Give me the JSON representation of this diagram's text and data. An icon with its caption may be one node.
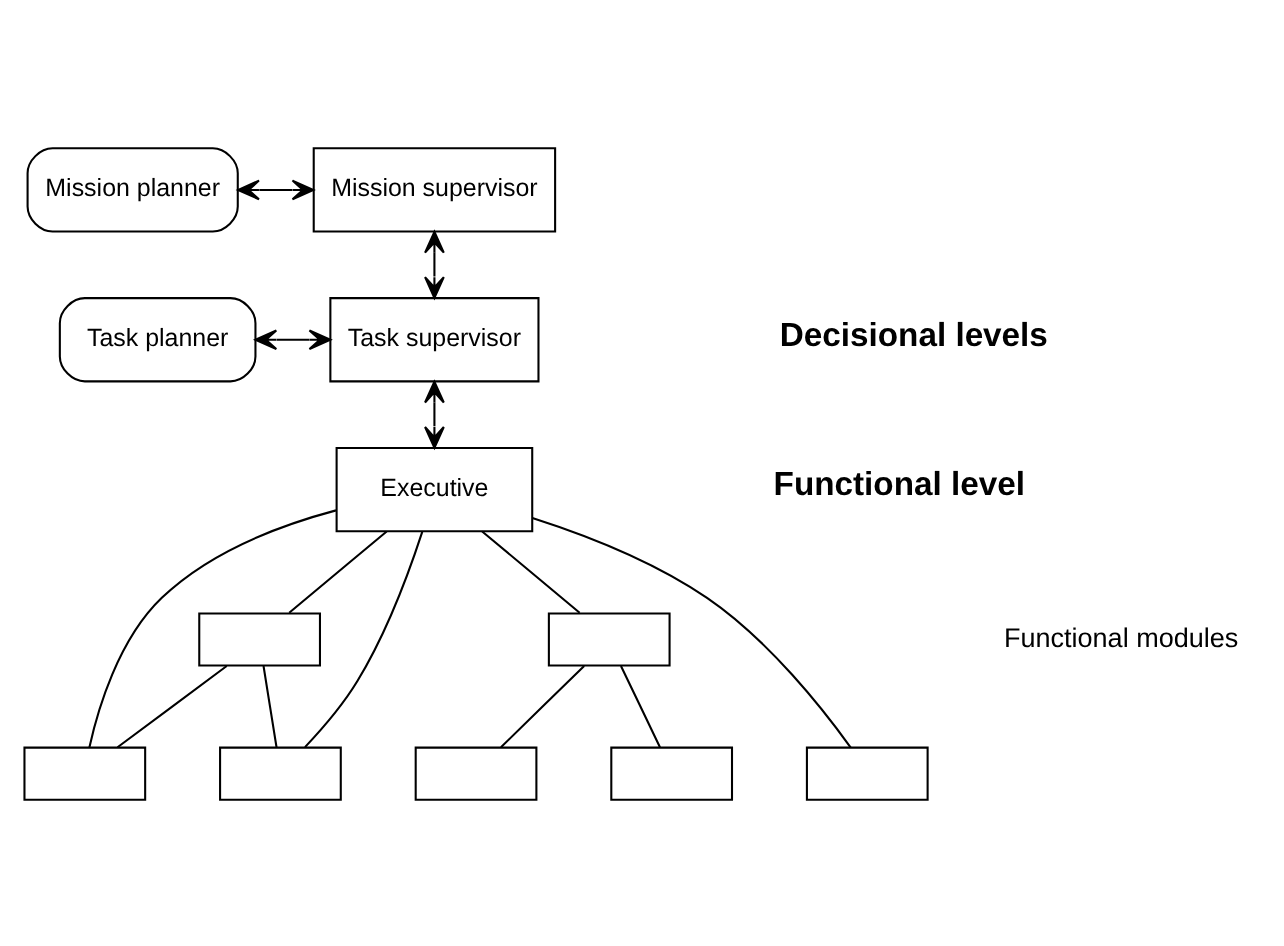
{
  "diagram": {
    "nodes": [
      {
        "text": [
          "Mission planner"
        ]
      },
      {
        "text": [
          "Mission supervisor"
        ]
      },
      {
        "text": [
          "Task planner"
        ]
      },
      {
        "text": [
          "Task supervisor"
        ]
      },
      {
        "text": [
          "Executive"
        ]
      },
      {
        "text": [],
        "shape": "box"
      },
      {
        "text": [],
        "shape": "box"
      },
      {
        "text": [],
        "shape": "box"
      },
      {
        "text": [],
        "shape": "box"
      },
      {
        "text": [],
        "shape": "box"
      },
      {
        "text": [],
        "shape": "box"
      },
      {
        "text": [],
        "shape": "box"
      }
    ],
    "edges": [
      {
        "from": 0,
        "to": 1,
        "arrow": "both"
      },
      {
        "from": 1,
        "to": 3,
        "arrow": "both"
      },
      {
        "from": 2,
        "to": 3,
        "arrow": "both"
      },
      {
        "from": 3,
        "to": 4,
        "arrow": "both"
      },
      {
        "from": 4,
        "to": 5,
        "arrow": "none"
      },
      {
        "from": 4,
        "to": 7,
        "arrow": "none"
      },
      {
        "from": 4,
        "to": 8,
        "arrow": "none"
      },
      {
        "from": 4,
        "to": 6,
        "arrow": "none"
      },
      {
        "from": 4,
        "to": 11,
        "arrow": "none"
      },
      {
        "from": 5,
        "to": 7,
        "arrow": "none"
      },
      {
        "from": 5,
        "to": 8,
        "arrow": "none"
      },
      {
        "from": 6,
        "to": 9,
        "arrow": "none"
      },
      {
        "from": 6,
        "to": 10,
        "arrow": "none"
      }
    ],
    "labels": [
      "Decisional levels",
      "Functional level",
      "Functional modules"
    ]
  }
}
